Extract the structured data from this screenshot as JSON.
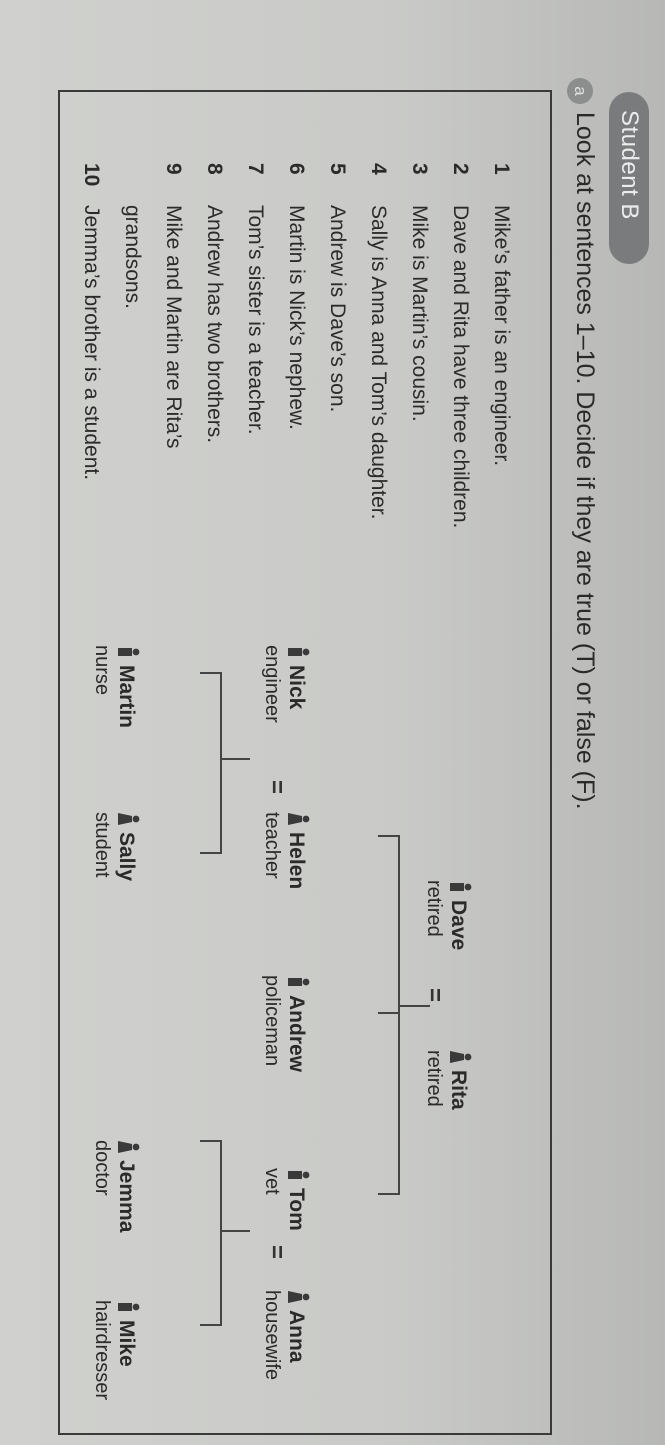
{
  "header": {
    "badge": "Student B",
    "step": "a",
    "instruction": "Look at sentences 1–10. Decide if they are true (T) or false (F)."
  },
  "sentences": [
    {
      "num": "1",
      "text": "Mike’s father is an engineer."
    },
    {
      "num": "2",
      "text": "Dave and Rita have three children."
    },
    {
      "num": "3",
      "text": "Mike is Martin’s cousin."
    },
    {
      "num": "4",
      "text": "Sally is Anna and Tom’s daughter."
    },
    {
      "num": "5",
      "text": "Andrew is Dave’s son."
    },
    {
      "num": "6",
      "text": "Martin is Nick’s nephew."
    },
    {
      "num": "7",
      "text": "Tom’s sister is a teacher."
    },
    {
      "num": "8",
      "text": "Andrew has two brothers."
    },
    {
      "num": "9",
      "text": "Mike and Martin are Rita’s",
      "cont": "grandsons."
    },
    {
      "num": "10",
      "text": "Jemma’s brother is a student."
    }
  ],
  "tree": {
    "dave": {
      "name": "Dave",
      "job": "retired"
    },
    "rita": {
      "name": "Rita",
      "job": "retired"
    },
    "nick": {
      "name": "Nick",
      "job": "engineer"
    },
    "helen": {
      "name": "Helen",
      "job": "teacher"
    },
    "andrew": {
      "name": "Andrew",
      "job": "policeman"
    },
    "tom": {
      "name": "Tom",
      "job": "vet"
    },
    "anna": {
      "name": "Anna",
      "job": "housewife"
    },
    "martin": {
      "name": "Martin",
      "job": "nurse"
    },
    "sally": {
      "name": "Sally",
      "job": "student"
    },
    "jemma": {
      "name": "Jemma",
      "job": "doctor"
    },
    "mike": {
      "name": "Mike",
      "job": "hairdresser"
    },
    "marriage_symbol": "="
  }
}
